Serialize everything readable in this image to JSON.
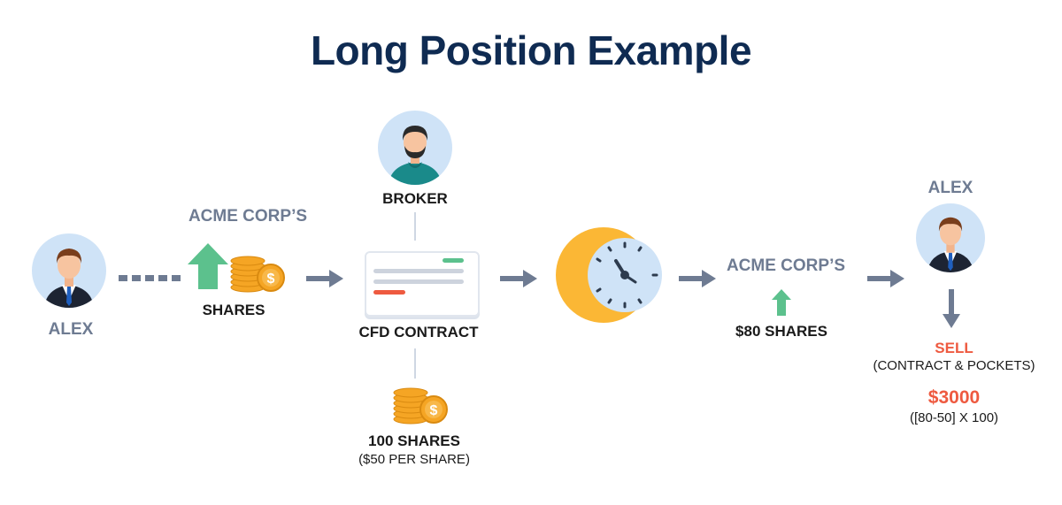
{
  "title": "Long Position Example",
  "people": {
    "alex_left": "ALEX",
    "broker": "BROKER",
    "alex_right": "ALEX"
  },
  "step_shares": {
    "heading": "ACME CORP’S",
    "label": "SHARES"
  },
  "contract": {
    "label": "CFD CONTRACT",
    "shares_label": "100 SHARES",
    "shares_price": "($50 PER SHARE)"
  },
  "step_rise": {
    "heading": "ACME CORP’S",
    "label": "$80 SHARES"
  },
  "outcome": {
    "action": "SELL",
    "detail": "(CONTRACT & POCKETS)",
    "profit": "$3000",
    "formula": "([80-50] X 100)"
  },
  "colors": {
    "title": "#0f2b52",
    "accent_grey": "#6e7b92",
    "arrow_green": "#5cc18d",
    "coin_gold": "#f5a524",
    "moon": "#fbb735",
    "clock_face": "#cfe3f7",
    "profit_red": "#ee5a40"
  }
}
